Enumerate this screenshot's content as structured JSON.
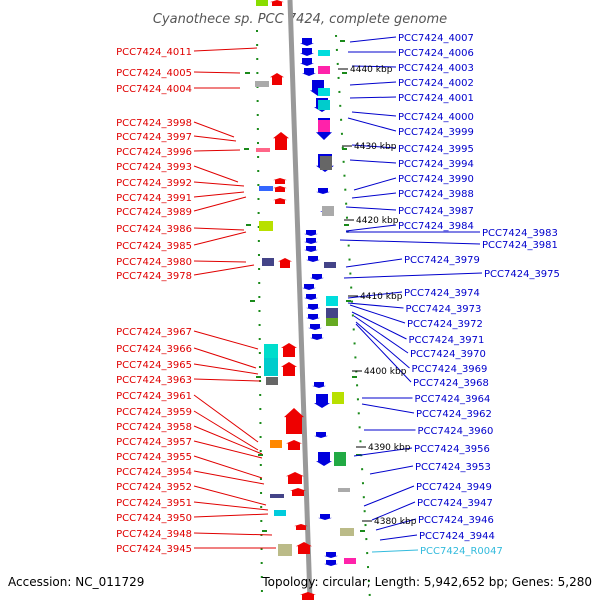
{
  "title": "Cyanothece sp. PCC 7424, complete genome",
  "accession": "Accession: NC_011729",
  "topology": "Topology: circular; Length: 5,942,652 bp; Genes: 5,280",
  "colors": {
    "left_label": "#e00000",
    "right_label": "#0000cc",
    "rna_label": "#33bbdd",
    "backbone": "#999999",
    "tick": "#1a8a1a"
  },
  "kbp_markers": [
    "4440 kbp",
    "4430 kbp",
    "4420 kbp",
    "4410 kbp",
    "4400 kbp",
    "4390 kbp",
    "4380 kbp"
  ],
  "left_labels": [
    "PCC7424_4011",
    "PCC7424_4005",
    "PCC7424_4004",
    "PCC7424_3998",
    "PCC7424_3997",
    "PCC7424_3996",
    "PCC7424_3993",
    "PCC7424_3992",
    "PCC7424_3991",
    "PCC7424_3989",
    "PCC7424_3986",
    "PCC7424_3985",
    "PCC7424_3980",
    "PCC7424_3978",
    "PCC7424_3967",
    "PCC7424_3966",
    "PCC7424_3965",
    "PCC7424_3963",
    "PCC7424_3961",
    "PCC7424_3959",
    "PCC7424_3958",
    "PCC7424_3957",
    "PCC7424_3955",
    "PCC7424_3954",
    "PCC7424_3952",
    "PCC7424_3951",
    "PCC7424_3950",
    "PCC7424_3948",
    "PCC7424_3945"
  ],
  "right_labels": [
    "PCC7424_4007",
    "PCC7424_4006",
    "PCC7424_4003",
    "PCC7424_4002",
    "PCC7424_4001",
    "PCC7424_4000",
    "PCC7424_3999",
    "PCC7424_3995",
    "PCC7424_3994",
    "PCC7424_3990",
    "PCC7424_3988",
    "PCC7424_3987",
    "PCC7424_3984",
    "PCC7424_3983",
    "PCC7424_3981",
    "PCC7424_3979",
    "PCC7424_3975",
    "PCC7424_3974",
    "PCC7424_3973",
    "PCC7424_3972",
    "PCC7424_3971",
    "PCC7424_3970",
    "PCC7424_3969",
    "PCC7424_3968",
    "PCC7424_3964",
    "PCC7424_3962",
    "PCC7424_3960",
    "PCC7424_3956",
    "PCC7424_3953",
    "PCC7424_3949",
    "PCC7424_3947",
    "PCC7424_3946",
    "PCC7424_3944",
    "PCC7424_R0047"
  ]
}
